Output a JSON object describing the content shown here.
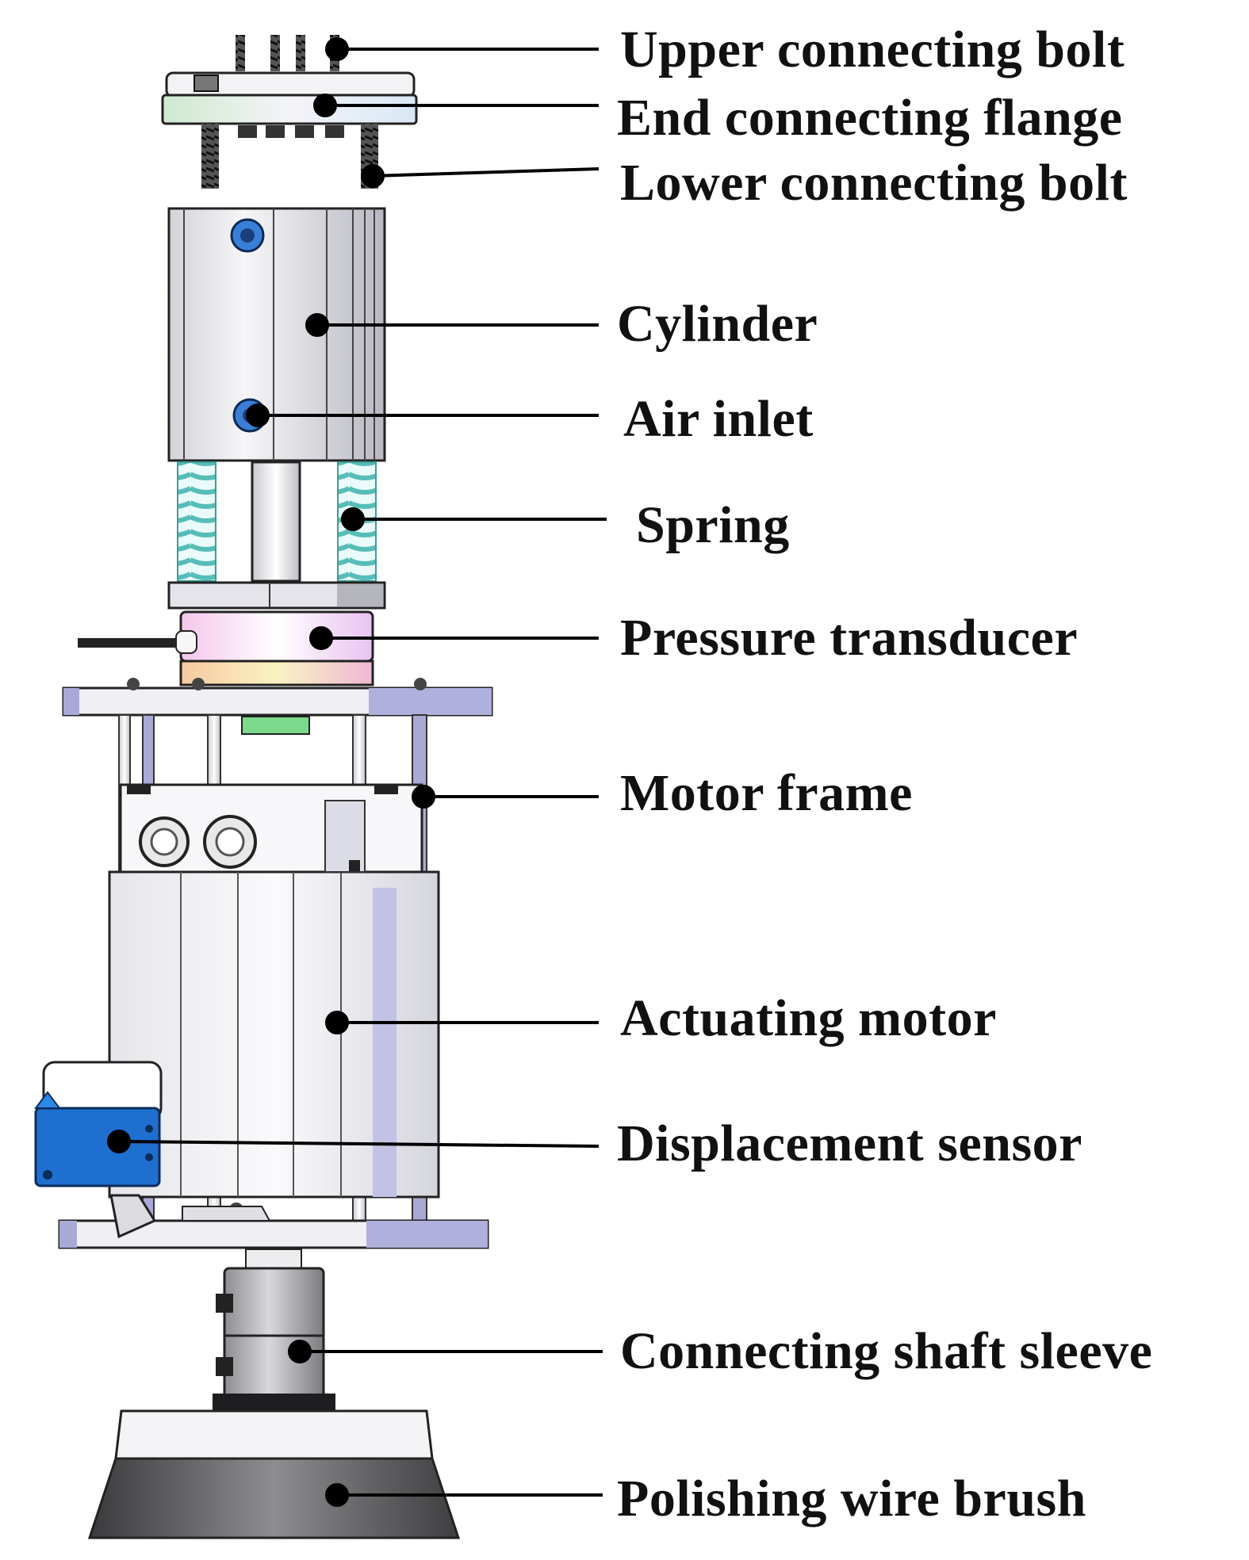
{
  "figure": {
    "callouts": [
      {
        "id": "upper-connecting-bolt",
        "label": "Upper connecting bolt"
      },
      {
        "id": "end-connecting-flange",
        "label": "End connecting flange"
      },
      {
        "id": "lower-connecting-bolt",
        "label": "Lower connecting bolt"
      },
      {
        "id": "cylinder",
        "label": "Cylinder"
      },
      {
        "id": "air-inlet",
        "label": "Air inlet"
      },
      {
        "id": "spring",
        "label": "Spring"
      },
      {
        "id": "pressure-transducer",
        "label": "Pressure transducer"
      },
      {
        "id": "motor-frame",
        "label": "Motor frame"
      },
      {
        "id": "actuating-motor",
        "label": "Actuating motor"
      },
      {
        "id": "displacement-sensor",
        "label": "Displacement sensor"
      },
      {
        "id": "connecting-shaft-sleeve",
        "label": "Connecting shaft sleeve"
      },
      {
        "id": "polishing-wire-brush",
        "label": "Polishing wire brush"
      }
    ]
  },
  "colors": {
    "line": "#000000",
    "metal_light": "#e8e8ec",
    "metal_mid": "#c8c8d0",
    "frame_rod": "#a9a9d6",
    "fitting_blue": "#3a7fd6",
    "sensor_blue": "#1f6fd0",
    "spring_cyan": "#7fd3d0",
    "brush_dark": "#4a4a4a",
    "transducer_pink": "#f1c9e6",
    "transducer_orange": "#f6d3a6"
  }
}
